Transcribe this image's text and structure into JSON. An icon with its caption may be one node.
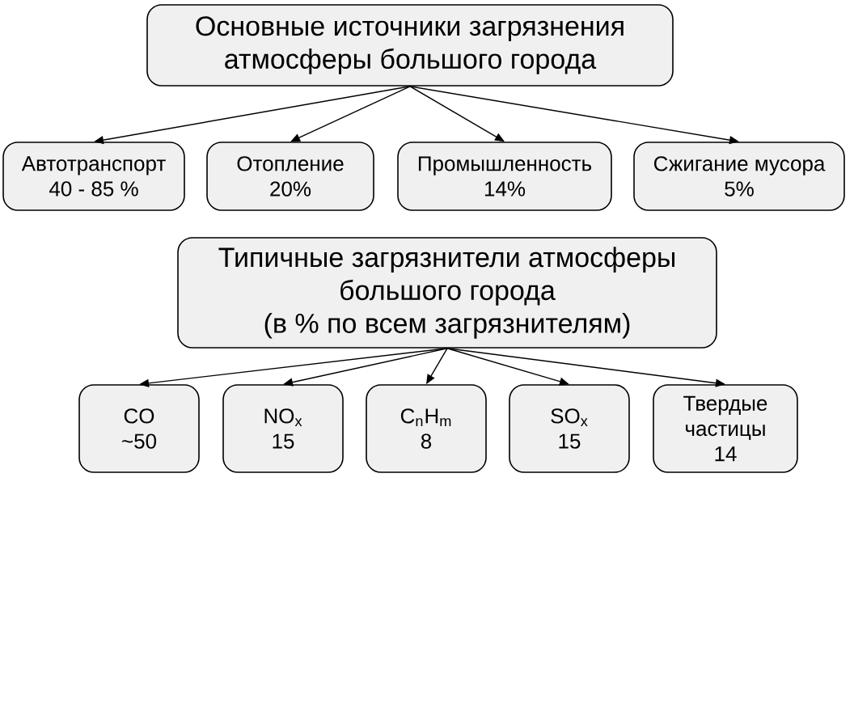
{
  "diagram": {
    "nodes": [
      {
        "text": [
          "Основные источники загрязнения атмосферы большого города"
        ]
      },
      {
        "text": [
          "Автотранспорт",
          "40 - 85 %"
        ]
      },
      {
        "text": [
          "Отопление",
          "20%"
        ]
      },
      {
        "text": [
          "Промышленность",
          "14%"
        ]
      },
      {
        "text": [
          "Сжигание мусора",
          "5%"
        ]
      },
      {
        "text": [
          "Типичные загрязнители атмосферы большого города",
          "(в % по всем загрязнителям)"
        ]
      },
      {
        "text": [
          "CO",
          "~50"
        ]
      },
      {
        "text": [
          "NO$_{x}$",
          "15"
        ]
      },
      {
        "text": [
          "C$_{n}$H$_{m}$",
          "8"
        ]
      },
      {
        "text": [
          "SO$_{x}$",
          "15"
        ]
      },
      {
        "text": [
          "Твердые частицы",
          "14"
        ]
      }
    ],
    "edges": [
      {
        "from": 0,
        "to": 1,
        "arrow": "to"
      },
      {
        "from": 0,
        "to": 2,
        "arrow": "to"
      },
      {
        "from": 0,
        "to": 3,
        "arrow": "to"
      },
      {
        "from": 0,
        "to": 4,
        "arrow": "to"
      },
      {
        "from": 5,
        "to": 6,
        "arrow": "to"
      },
      {
        "from": 5,
        "to": 7,
        "arrow": "to"
      },
      {
        "from": 5,
        "to": 8,
        "arrow": "to"
      },
      {
        "from": 5,
        "to": 9,
        "arrow": "to"
      },
      {
        "from": 5,
        "to": 10,
        "arrow": "to"
      }
    ]
  }
}
